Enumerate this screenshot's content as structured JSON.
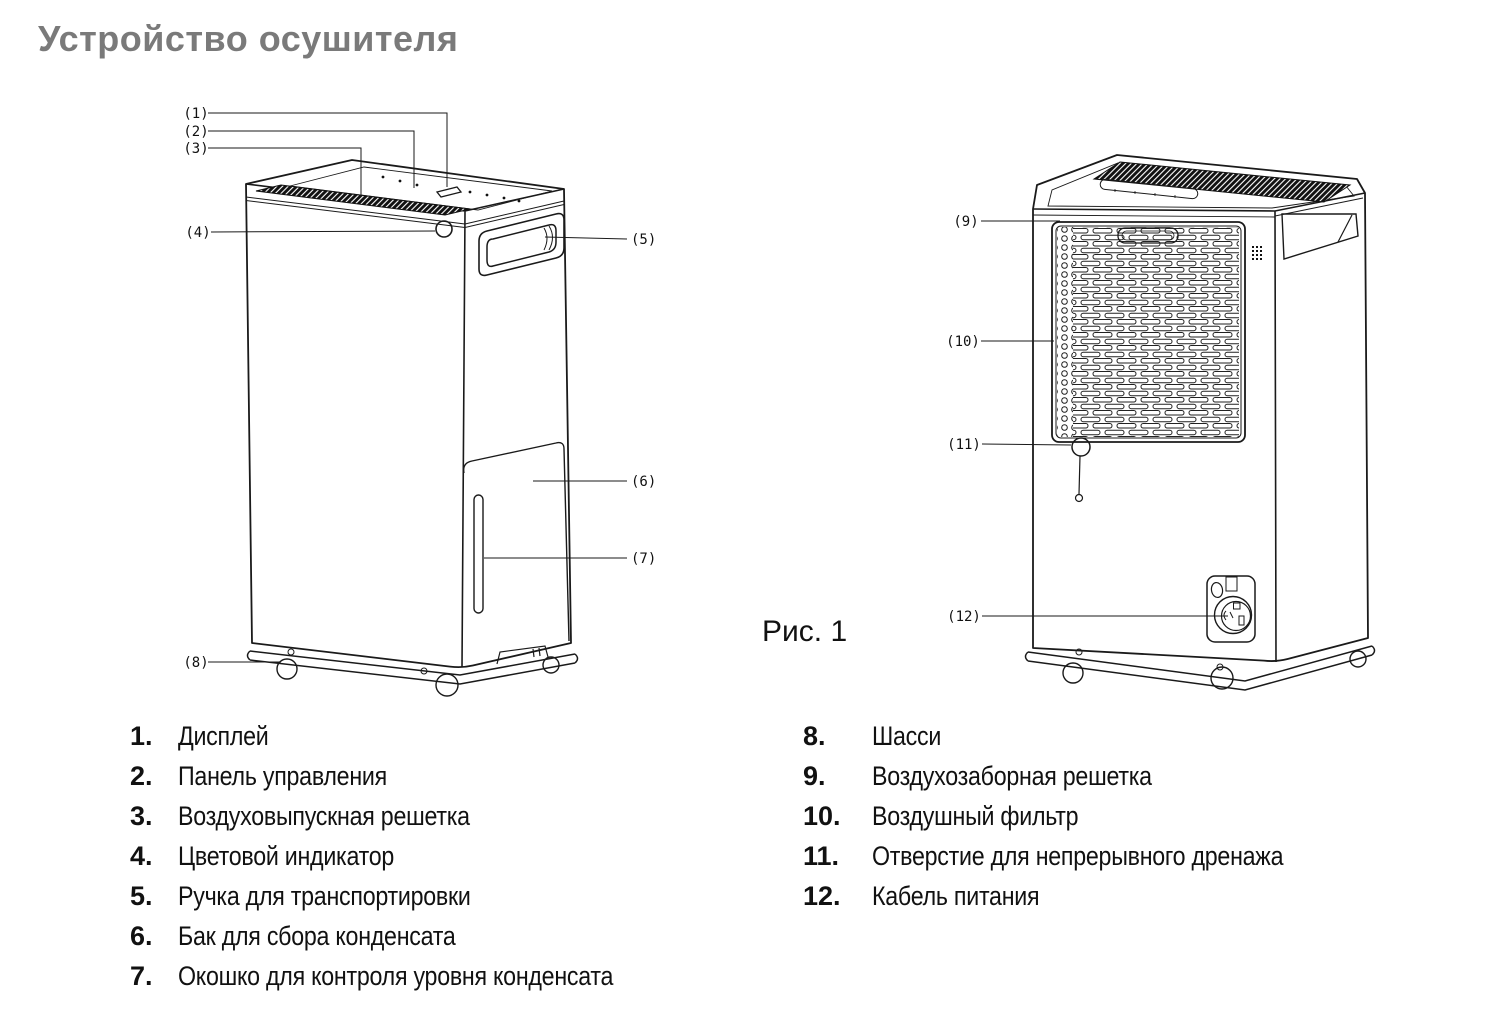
{
  "page": {
    "title": "Устройство осушителя"
  },
  "figure": {
    "caption": "Рис. 1"
  },
  "colors": {
    "ink": "#1a1a1a",
    "title_gray": "#7a7a7a"
  },
  "diagram_front": {
    "view": "front-left isometric view of dehumidifier",
    "callouts": [
      {
        "label": "(1)"
      },
      {
        "label": "(2)"
      },
      {
        "label": "(3)"
      },
      {
        "label": "(4)"
      },
      {
        "label": "(5)"
      },
      {
        "label": "(6)"
      },
      {
        "label": "(7)"
      },
      {
        "label": "(8)"
      }
    ]
  },
  "diagram_back": {
    "view": "rear isometric view of dehumidifier",
    "callouts": [
      {
        "label": "(9)"
      },
      {
        "label": "(10)"
      },
      {
        "label": "(11)"
      },
      {
        "label": "(12)"
      }
    ]
  },
  "legend": {
    "left": [
      {
        "num": "1.",
        "label": "Дисплей"
      },
      {
        "num": "2.",
        "label": "Панель управления"
      },
      {
        "num": "3.",
        "label": "Воздуховыпускная решетка"
      },
      {
        "num": "4.",
        "label": "Цветовой индикатор"
      },
      {
        "num": "5.",
        "label": "Ручка для транспортировки"
      },
      {
        "num": "6.",
        "label": "Бак для сбора конденсата"
      },
      {
        "num": "7.",
        "label": "Окошко для контроля уровня конденсата"
      }
    ],
    "right": [
      {
        "num": "8.",
        "label": "Шасси"
      },
      {
        "num": "9.",
        "label": "Воздухозаборная решетка"
      },
      {
        "num": "10.",
        "label": "Воздушный фильтр"
      },
      {
        "num": "11.",
        "label": "Отверстие для непрерывного дренажа"
      },
      {
        "num": "12.",
        "label": "Кабель питания"
      }
    ]
  }
}
